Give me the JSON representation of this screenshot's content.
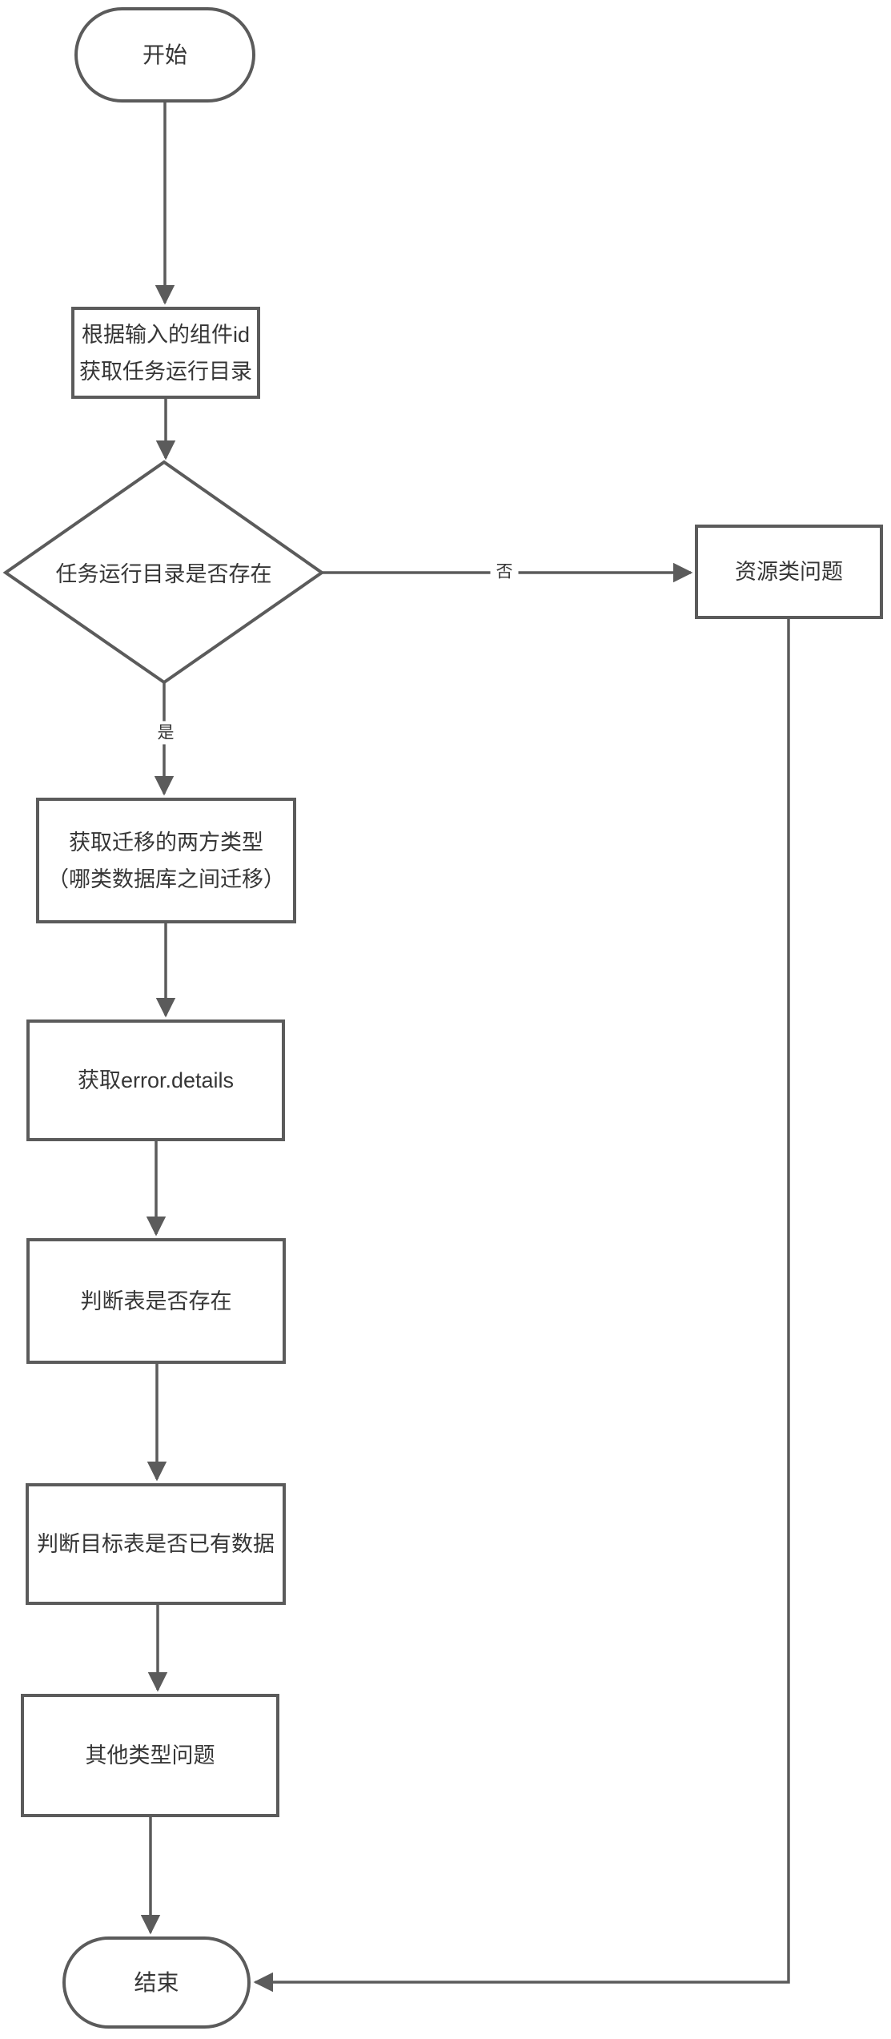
{
  "nodes": {
    "start": {
      "type": "terminator",
      "label": "开始"
    },
    "get_run_dir": {
      "type": "process",
      "lines": [
        "根据输入的组件id",
        "获取任务运行目录"
      ]
    },
    "dir_exists": {
      "type": "decision",
      "label": "任务运行目录是否存在"
    },
    "resource_issue": {
      "type": "process",
      "label": "资源类问题"
    },
    "get_migration_types": {
      "type": "process",
      "lines": [
        "获取迁移的两方类型",
        "（哪类数据库之间迁移）"
      ]
    },
    "get_error_details": {
      "type": "process",
      "label": "获取error.details"
    },
    "check_table_exists": {
      "type": "process",
      "label": "判断表是否存在"
    },
    "check_target_table_data": {
      "type": "process",
      "label": "判断目标表是否已有数据"
    },
    "other_type_issue": {
      "type": "process",
      "label": "其他类型问题"
    },
    "end": {
      "type": "terminator",
      "label": "结束"
    }
  },
  "edges": [
    {
      "from": "start",
      "to": "get_run_dir",
      "label": ""
    },
    {
      "from": "get_run_dir",
      "to": "dir_exists",
      "label": ""
    },
    {
      "from": "dir_exists",
      "to": "resource_issue",
      "label": "否"
    },
    {
      "from": "dir_exists",
      "to": "get_migration_types",
      "label": "是"
    },
    {
      "from": "resource_issue",
      "to": "end",
      "label": ""
    },
    {
      "from": "get_migration_types",
      "to": "get_error_details",
      "label": ""
    },
    {
      "from": "get_error_details",
      "to": "check_table_exists",
      "label": ""
    },
    {
      "from": "check_table_exists",
      "to": "check_target_table_data",
      "label": ""
    },
    {
      "from": "check_target_table_data",
      "to": "other_type_issue",
      "label": ""
    },
    {
      "from": "other_type_issue",
      "to": "end",
      "label": ""
    }
  ],
  "colors": {
    "line": "#5b5b5b",
    "text": "#363636",
    "background": "#ffffff"
  }
}
